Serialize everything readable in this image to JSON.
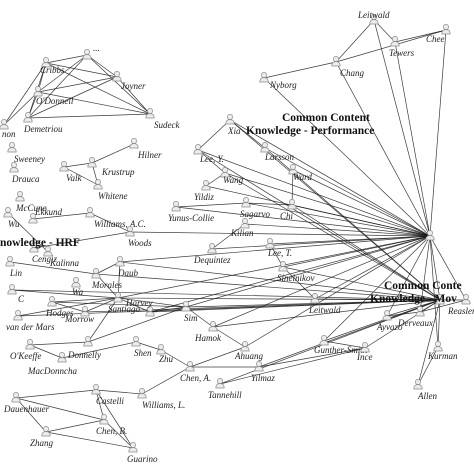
{
  "colors": {
    "edge": "#1a1a1a",
    "node_fill": "#ececec",
    "node_stroke": "#8a8a8a",
    "label": "#222222",
    "cluster_label": "#111111"
  },
  "node_icon": "person-icon",
  "cluster_labels": [
    {
      "id": "ccp",
      "lines": [
        "Common Content",
        "Knowledge - Performance"
      ]
    },
    {
      "id": "hrf",
      "lines": [
        "nowledge - HRF"
      ]
    },
    {
      "id": "ccm",
      "lines": [
        "Common Conte",
        "Knowledge - Mov"
      ]
    }
  ],
  "nodes": [
    {
      "id": "cribbs",
      "label": "Cribbs"
    },
    {
      "id": "odonnell",
      "label": "O'Donnell"
    },
    {
      "id": "joyner",
      "label": "Joyner"
    },
    {
      "id": "sudeck",
      "label": "Sudeck"
    },
    {
      "id": "demetriou",
      "label": "Demetriou"
    },
    {
      "id": "kl1",
      "label": "..."
    },
    {
      "id": "hilner",
      "label": "Hilner"
    },
    {
      "id": "non",
      "label": "non"
    },
    {
      "id": "sweeney",
      "label": "Sweeney"
    },
    {
      "id": "drauca",
      "label": "Drauca"
    },
    {
      "id": "valk",
      "label": "Valk"
    },
    {
      "id": "krustrup",
      "label": "Krustrup"
    },
    {
      "id": "whitene",
      "label": "Whitene"
    },
    {
      "id": "mccune",
      "label": "McCune"
    },
    {
      "id": "ekkund",
      "label": "Ekkund"
    },
    {
      "id": "williams_ac",
      "label": "Williams, A.C."
    },
    {
      "id": "wu",
      "label": "Wu"
    },
    {
      "id": "cengiz",
      "label": "Cengiz"
    },
    {
      "id": "woods",
      "label": "Woods"
    },
    {
      "id": "lin",
      "label": "Lin"
    },
    {
      "id": "kalinna",
      "label": "Kalinna"
    },
    {
      "id": "morales",
      "label": "Morales"
    },
    {
      "id": "daub",
      "label": "Daub"
    },
    {
      "id": "wa",
      "label": "Wa"
    },
    {
      "id": "hodges",
      "label": "Hodges"
    },
    {
      "id": "morrow",
      "label": "Morrow"
    },
    {
      "id": "santiago",
      "label": "Santiago"
    },
    {
      "id": "van_der_mars",
      "label": "van der Mars"
    },
    {
      "id": "c_left",
      "label": "C"
    },
    {
      "id": "donnelly",
      "label": "Donnelly"
    },
    {
      "id": "okeeffe",
      "label": "O'Keeffe"
    },
    {
      "id": "macdonncha",
      "label": "MacDonncha"
    },
    {
      "id": "castelli",
      "label": "Castelli"
    },
    {
      "id": "williams_l",
      "label": "Williams, L."
    },
    {
      "id": "dauenhauer",
      "label": "Dauenhauer"
    },
    {
      "id": "chen_b",
      "label": "Chen, B."
    },
    {
      "id": "zhang",
      "label": "Zhang"
    },
    {
      "id": "guarino",
      "label": "Guarino"
    },
    {
      "id": "nyborg",
      "label": "Nyborg"
    },
    {
      "id": "chang",
      "label": "Chang"
    },
    {
      "id": "leitwald",
      "label": "Leitwald"
    },
    {
      "id": "tewers",
      "label": "Tewers"
    },
    {
      "id": "chee",
      "label": "Chee"
    },
    {
      "id": "xia",
      "label": "Xia"
    },
    {
      "id": "lee_y",
      "label": "Lee, Y."
    },
    {
      "id": "larsson",
      "label": "Larsson"
    },
    {
      "id": "wang",
      "label": "Wang"
    },
    {
      "id": "ward",
      "label": "Ward"
    },
    {
      "id": "yildiz",
      "label": "Yildiz"
    },
    {
      "id": "yunus",
      "label": "Yunus-Collie"
    },
    {
      "id": "sagarvo",
      "label": "Sagarvo"
    },
    {
      "id": "chi",
      "label": "Chi"
    },
    {
      "id": "kilian",
      "label": "Kilian"
    },
    {
      "id": "dequintez",
      "label": "Dequintez"
    },
    {
      "id": "lee_t",
      "label": "Lee, T."
    },
    {
      "id": "sinelnikov",
      "label": "Sinelnikov"
    },
    {
      "id": "leitwald2",
      "label": "Leitwald"
    },
    {
      "id": "sim",
      "label": "Sim"
    },
    {
      "id": "harvey",
      "label": "Harvey"
    },
    {
      "id": "hamok",
      "label": "Hamok"
    },
    {
      "id": "shen",
      "label": "Shen"
    },
    {
      "id": "zhu",
      "label": "Zhu"
    },
    {
      "id": "ahuang",
      "label": "Ahuang"
    },
    {
      "id": "chen_a",
      "label": "Chen, A."
    },
    {
      "id": "yilmaz",
      "label": "Yilmaz"
    },
    {
      "id": "tannehill",
      "label": "Tannehill"
    },
    {
      "id": "gunther_smith",
      "label": "Gunther-Smith"
    },
    {
      "id": "ince",
      "label": "Ince"
    },
    {
      "id": "ayvazo",
      "label": "Ayvazo"
    },
    {
      "id": "derveaux",
      "label": "Derveaux"
    },
    {
      "id": "reaslen",
      "label": "Reaslen"
    },
    {
      "id": "kurman",
      "label": "Kurman"
    },
    {
      "id": "allen",
      "label": "Allen"
    },
    {
      "id": "hub_perf",
      "label": ""
    },
    {
      "id": "hub_move",
      "label": ""
    }
  ],
  "edges": [
    [
      "cribbs",
      "joyner"
    ],
    [
      "cribbs",
      "sudeck"
    ],
    [
      "cribbs",
      "demetriou"
    ],
    [
      "cribbs",
      "kl1"
    ],
    [
      "cribbs",
      "odonnell"
    ],
    [
      "odonnell",
      "joyner"
    ],
    [
      "odonnell",
      "sudeck"
    ],
    [
      "odonnell",
      "demetriou"
    ],
    [
      "odonnell",
      "kl1"
    ],
    [
      "joyner",
      "sudeck"
    ],
    [
      "joyner",
      "demetriou"
    ],
    [
      "joyner",
      "kl1"
    ],
    [
      "sudeck",
      "demetriou"
    ],
    [
      "sudeck",
      "kl1"
    ],
    [
      "demetriou",
      "kl1"
    ],
    [
      "cribbs",
      "non"
    ],
    [
      "odonnell",
      "non"
    ],
    [
      "valk",
      "krustrup"
    ],
    [
      "valk",
      "whitene"
    ],
    [
      "krustrup",
      "whitene"
    ],
    [
      "krustrup",
      "hilner"
    ],
    [
      "ekkund",
      "williams_ac"
    ],
    [
      "williams_ac",
      "woods"
    ],
    [
      "cengiz",
      "woods"
    ],
    [
      "wu",
      "kalinna"
    ],
    [
      "lin",
      "morales"
    ],
    [
      "morales",
      "daub"
    ],
    [
      "santiago",
      "hub_perf"
    ],
    [
      "santiago",
      "hub_move"
    ],
    [
      "santiago",
      "morales"
    ],
    [
      "santiago",
      "daub"
    ],
    [
      "santiago",
      "hodges"
    ],
    [
      "santiago",
      "morrow"
    ],
    [
      "santiago",
      "van_der_mars"
    ],
    [
      "santiago",
      "c_left"
    ],
    [
      "santiago",
      "donnelly"
    ],
    [
      "hodges",
      "morrow"
    ],
    [
      "van_der_mars",
      "hub_move"
    ],
    [
      "c_left",
      "hub_move"
    ],
    [
      "donnelly",
      "sim"
    ],
    [
      "donnelly",
      "okeeffe"
    ],
    [
      "okeeffe",
      "macdonncha"
    ],
    [
      "macdonncha",
      "shen"
    ],
    [
      "shen",
      "zhu"
    ],
    [
      "zhu",
      "chen_a"
    ],
    [
      "chen_a",
      "yilmaz"
    ],
    [
      "yilmaz",
      "ince"
    ],
    [
      "ince",
      "hub_move"
    ],
    [
      "tannehill",
      "ince"
    ],
    [
      "castelli",
      "williams_l"
    ],
    [
      "williams_l",
      "chen_a"
    ],
    [
      "castelli",
      "dauenhauer"
    ],
    [
      "castelli",
      "chen_b"
    ],
    [
      "dauenhauer",
      "chen_b"
    ],
    [
      "chen_b",
      "zhang"
    ],
    [
      "chen_b",
      "guarino"
    ],
    [
      "zhang",
      "guarino"
    ],
    [
      "dauenhauer",
      "zhang"
    ],
    [
      "castelli",
      "guarino"
    ],
    [
      "hub_perf",
      "xia"
    ],
    [
      "hub_perf",
      "lee_y"
    ],
    [
      "hub_perf",
      "larsson"
    ],
    [
      "hub_perf",
      "wang"
    ],
    [
      "hub_perf",
      "ward"
    ],
    [
      "hub_perf",
      "yildiz"
    ],
    [
      "hub_perf",
      "yunus"
    ],
    [
      "hub_perf",
      "sagarvo"
    ],
    [
      "hub_perf",
      "chi"
    ],
    [
      "hub_perf",
      "kilian"
    ],
    [
      "hub_perf",
      "dequintez"
    ],
    [
      "hub_perf",
      "lee_t"
    ],
    [
      "hub_perf",
      "sinelnikov"
    ],
    [
      "hub_perf",
      "leitwald2"
    ],
    [
      "hub_perf",
      "harvey"
    ],
    [
      "hub_perf",
      "ayvazo"
    ],
    [
      "hub_perf",
      "derveaux"
    ],
    [
      "hub_perf",
      "reaslen"
    ],
    [
      "hub_perf",
      "nyborg"
    ],
    [
      "hub_perf",
      "chang"
    ],
    [
      "hub_perf",
      "leitwald"
    ],
    [
      "hub_perf",
      "tewers"
    ],
    [
      "hub_perf",
      "chee"
    ],
    [
      "hub_perf",
      "sim"
    ],
    [
      "hub_perf",
      "hamok"
    ],
    [
      "hub_perf",
      "ahuang"
    ],
    [
      "hub_perf",
      "kurman"
    ],
    [
      "hub_perf",
      "daub"
    ],
    [
      "hub_perf",
      "woods"
    ],
    [
      "hub_perf",
      "hub_move"
    ],
    [
      "hub_perf",
      "gunther_smith"
    ],
    [
      "hub_move",
      "sinelnikov"
    ],
    [
      "hub_move",
      "leitwald2"
    ],
    [
      "hub_move",
      "ayvazo"
    ],
    [
      "hub_move",
      "derveaux"
    ],
    [
      "hub_move",
      "reaslen"
    ],
    [
      "hub_move",
      "kurman"
    ],
    [
      "hub_move",
      "allen"
    ],
    [
      "hub_move",
      "gunther_smith"
    ],
    [
      "hub_move",
      "hamok"
    ],
    [
      "hub_move",
      "yilmaz"
    ],
    [
      "hub_move",
      "sim"
    ],
    [
      "hub_move",
      "harvey"
    ],
    [
      "hub_move",
      "tannehill"
    ],
    [
      "xia",
      "lee_y"
    ],
    [
      "xia",
      "larsson"
    ],
    [
      "lee_y",
      "wang"
    ],
    [
      "wang",
      "yildiz"
    ],
    [
      "ward",
      "chi"
    ],
    [
      "yunus",
      "sagarvo"
    ],
    [
      "sagarvo",
      "chi"
    ],
    [
      "kilian",
      "dequintez"
    ],
    [
      "lee_t",
      "sinelnikov"
    ],
    [
      "nyborg",
      "chang"
    ],
    [
      "chang",
      "leitwald"
    ],
    [
      "leitwald",
      "tewers"
    ],
    [
      "tewers",
      "chee"
    ],
    [
      "chang",
      "chee"
    ],
    [
      "sim",
      "hamok"
    ],
    [
      "hamok",
      "ahuang"
    ],
    [
      "harvey",
      "sim"
    ],
    [
      "ahuang",
      "chen_a"
    ],
    [
      "ince",
      "gunther_smith"
    ],
    [
      "ayvazo",
      "derveaux"
    ],
    [
      "derveaux",
      "reaslen"
    ],
    [
      "kurman",
      "allen"
    ],
    [
      "sinelnikov",
      "leitwald2"
    ],
    [
      "xia",
      "hub_move"
    ],
    [
      "lee_y",
      "hub_move"
    ],
    [
      "larsson",
      "hub_move"
    ],
    [
      "wang",
      "hub_move"
    ],
    [
      "chi",
      "hub_move"
    ],
    [
      "morales",
      "hub_move"
    ],
    [
      "daub",
      "hub_move"
    ],
    [
      "santiago",
      "harvey"
    ],
    [
      "santiago",
      "sim"
    ],
    [
      "morrow",
      "hub_move"
    ],
    [
      "hodges",
      "sim"
    ]
  ]
}
